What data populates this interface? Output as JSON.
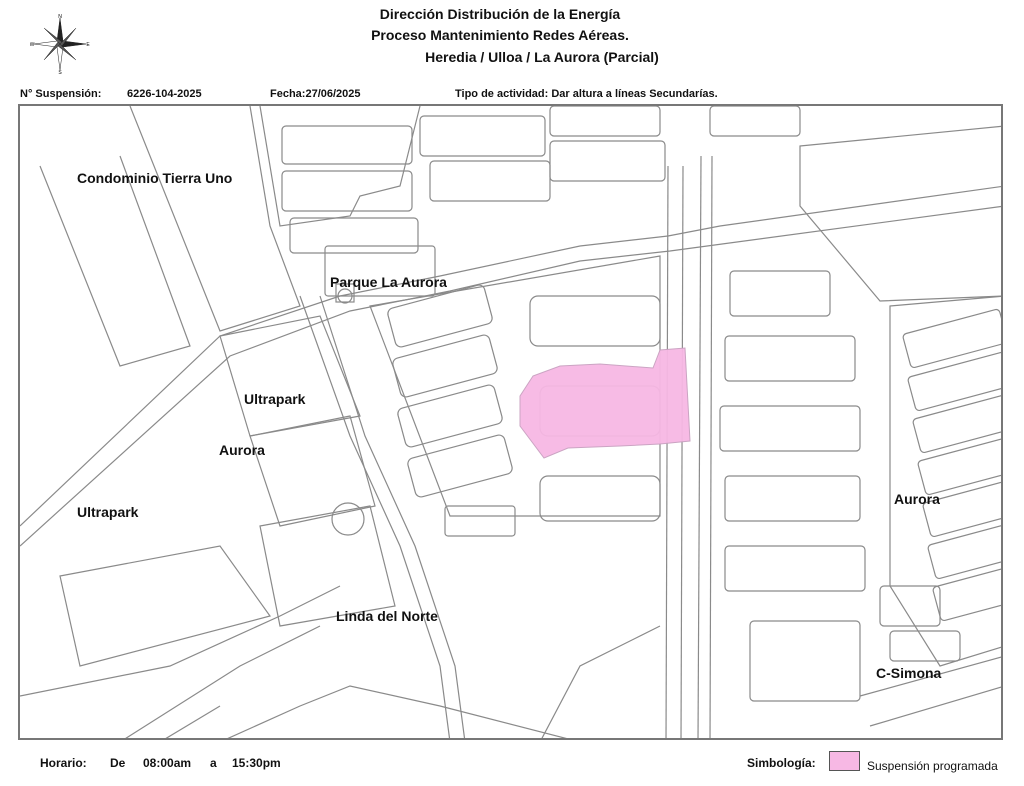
{
  "header": {
    "line1": "Dirección Distribución de la Energía",
    "line2": "Proceso Mantenimiento Redes Aéreas.",
    "line3": "Heredia / Ulloa / La Aurora (Parcial)"
  },
  "compass": {
    "n": "N",
    "s": "S",
    "e": "E",
    "w": "W"
  },
  "meta": {
    "suspension_label": "N° Suspensión:",
    "suspension_value": "6226-104-2025",
    "fecha": "Fecha:27/06/2025",
    "actividad": "Tipo de actividad: Dar altura a líneas Secundarías."
  },
  "map_labels": {
    "condominio": "Condominio Tierra Uno",
    "parque": "Parque La Aurora",
    "ultrapark1": "Ultrapark",
    "aurora1": "Aurora",
    "ultrapark2": "Ultrapark",
    "linda": "Linda del Norte",
    "aurora2": "Aurora",
    "csimona": "C-Simona"
  },
  "footer": {
    "horario_label": "Horario:",
    "de": "De",
    "start": "08:00am",
    "a": "a",
    "end": "15:30pm",
    "simbologia": "Simbología:",
    "legend_text": "Suspensión programada"
  },
  "colors": {
    "suspension": "#f7b8e4",
    "road": "#777777"
  }
}
